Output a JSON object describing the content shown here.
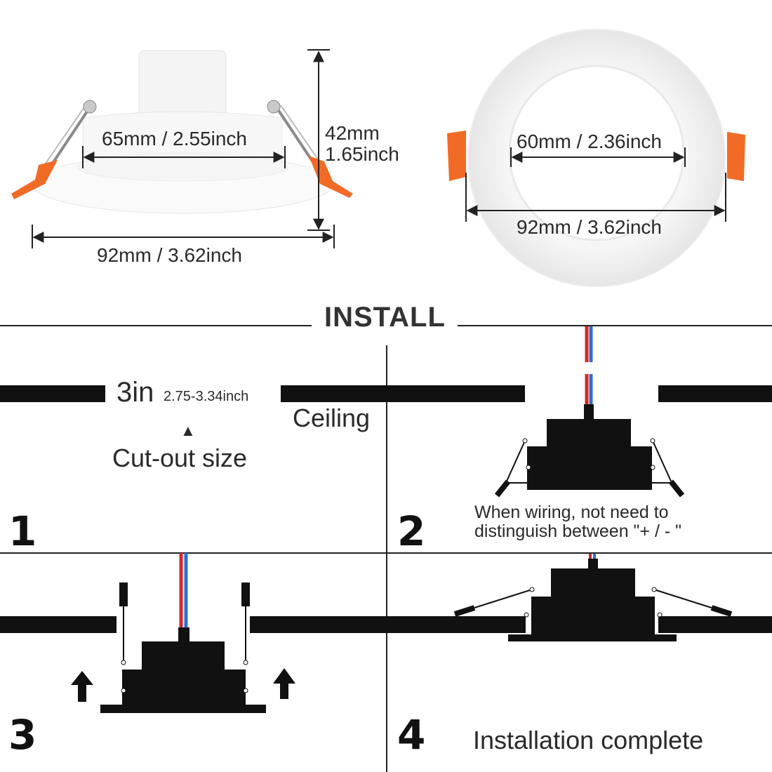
{
  "product": {
    "side_width": "65mm / 2.55inch",
    "height_mm": "42mm",
    "height_inch": "1.65inch",
    "side_diameter": "92mm / 3.62inch",
    "inner_diameter": "60mm / 2.36inch",
    "outer_diameter": "92mm / 3.62inch"
  },
  "install": {
    "title": "INSTALL",
    "steps": [
      {
        "number": "1",
        "cutout_main": "3in",
        "cutout_range": "2.75-3.34inch",
        "ceiling": "Ceiling",
        "arrow": "▲",
        "cutout_label": "Cut-out size"
      },
      {
        "number": "2",
        "note_line1": "When wiring, not need to",
        "note_line2": "distinguish between \"+ / - \""
      },
      {
        "number": "3"
      },
      {
        "number": "4",
        "caption": "Installation complete"
      }
    ]
  },
  "colors": {
    "clip_orange": "#f26b26",
    "wire_red": "#d62828",
    "wire_blue": "#2a6fd6",
    "silhouette": "#111111",
    "divider": "#222222"
  }
}
